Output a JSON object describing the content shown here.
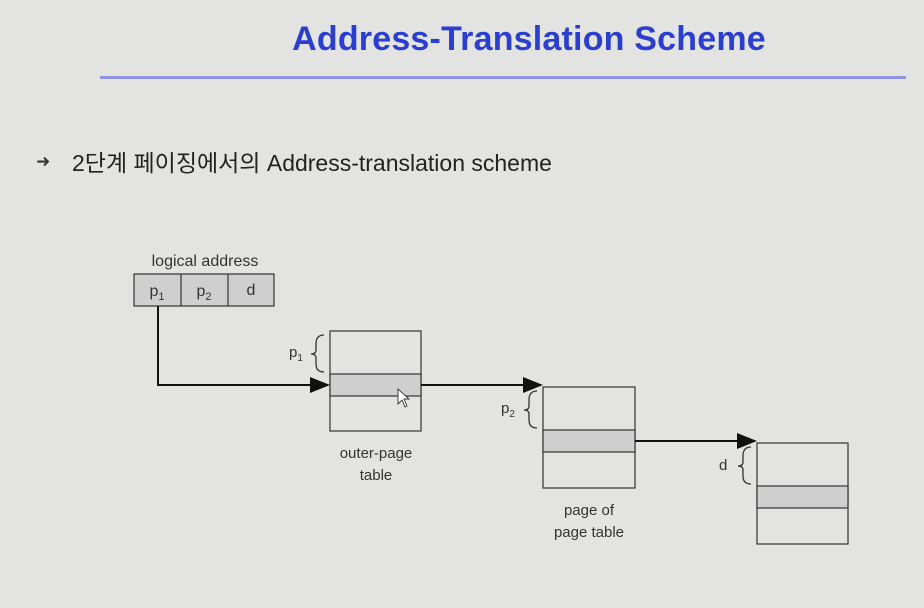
{
  "slide": {
    "title": "Address-Translation Scheme",
    "bullet": "2단계 페이징에서의 Address-translation scheme"
  },
  "diagram": {
    "logical_address_label": "logical address",
    "fields": [
      {
        "base": "p",
        "sub": "1"
      },
      {
        "base": "p",
        "sub": "2"
      },
      {
        "base": "d",
        "sub": ""
      }
    ],
    "outer_table_label_line1": "outer-page",
    "outer_table_label_line2": "table",
    "page_table_label_line1": "page of",
    "page_table_label_line2": "page table",
    "brace_p1": {
      "base": "p",
      "sub": "1"
    },
    "brace_p2": {
      "base": "p",
      "sub": "2"
    },
    "brace_d": {
      "base": "d",
      "sub": ""
    }
  },
  "colors": {
    "title": "#2a3fcf",
    "rule": "#8f96e0",
    "highlight_row": "#cfcfcf"
  }
}
